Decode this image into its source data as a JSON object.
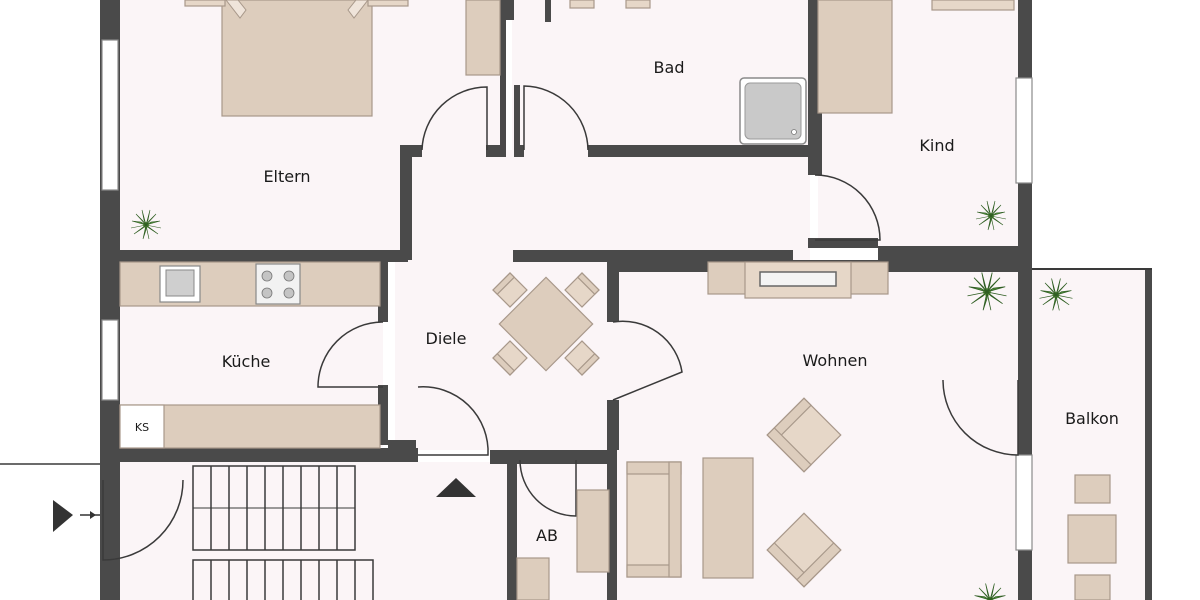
{
  "rooms": {
    "bad": "Bad",
    "eltern": "Eltern",
    "kind": "Kind",
    "kueche": "Küche",
    "diele": "Diele",
    "wohnen": "Wohnen",
    "balkon": "Balkon",
    "ab": "AB"
  },
  "fixtures": {
    "ks": "KS"
  },
  "colors": {
    "wall": "#4a4a4a",
    "floor": "#fbf5f7",
    "furniture": "#ddcdbd",
    "plant": "#4e8a3a"
  },
  "icons": [
    "plant-icon",
    "entrance-arrow-icon",
    "direction-arrow-icon",
    "shower-icon",
    "sink-icon",
    "stove-icon"
  ]
}
